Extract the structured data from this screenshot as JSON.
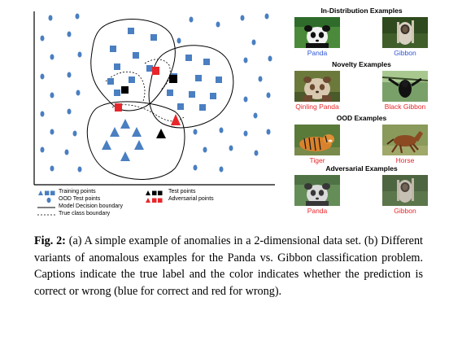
{
  "legend": {
    "training": "Training points",
    "ood_test": "OOD Test points",
    "model_boundary": "Model Decision boundary",
    "true_boundary": "True class boundary",
    "test_points": "Test points",
    "adversarial_points": "Adversarial points"
  },
  "panel_b": {
    "sections": [
      {
        "title": "In-Distribution Examples",
        "items": [
          {
            "label": "Panda",
            "color": "blue",
            "image": "panda"
          },
          {
            "label": "Gibbon",
            "color": "blue",
            "image": "gibbon"
          }
        ]
      },
      {
        "title": "Novelty Examples",
        "items": [
          {
            "label": "Qinling Panda",
            "color": "red",
            "image": "qinling-panda"
          },
          {
            "label": "Black Gibbon",
            "color": "red",
            "image": "black-gibbon"
          }
        ]
      },
      {
        "title": "OOD Examples",
        "items": [
          {
            "label": "Tiger",
            "color": "red",
            "image": "tiger"
          },
          {
            "label": "Horse",
            "color": "red",
            "image": "horse"
          }
        ]
      },
      {
        "title": "Adversarial Examples",
        "items": [
          {
            "label": "Panda",
            "color": "red",
            "image": "panda-noisy"
          },
          {
            "label": "Gibbon",
            "color": "red",
            "image": "gibbon-noisy"
          }
        ]
      }
    ]
  },
  "caption": {
    "label": "Fig. 2:",
    "text": "(a) A simple example of anomalies in a 2-dimensional data set. (b) Different variants of anomalous examples for the Panda vs. Gibbon classification problem. Captions indicate the true label and the color indicates whether the prediction is correct or wrong (blue for correct and red for wrong)."
  },
  "colors": {
    "blue_point": "#4a7fc1",
    "red_point": "#e8262a",
    "black_point": "#000000",
    "caption_blue": "#2f55d4",
    "caption_red": "#e8262a"
  }
}
